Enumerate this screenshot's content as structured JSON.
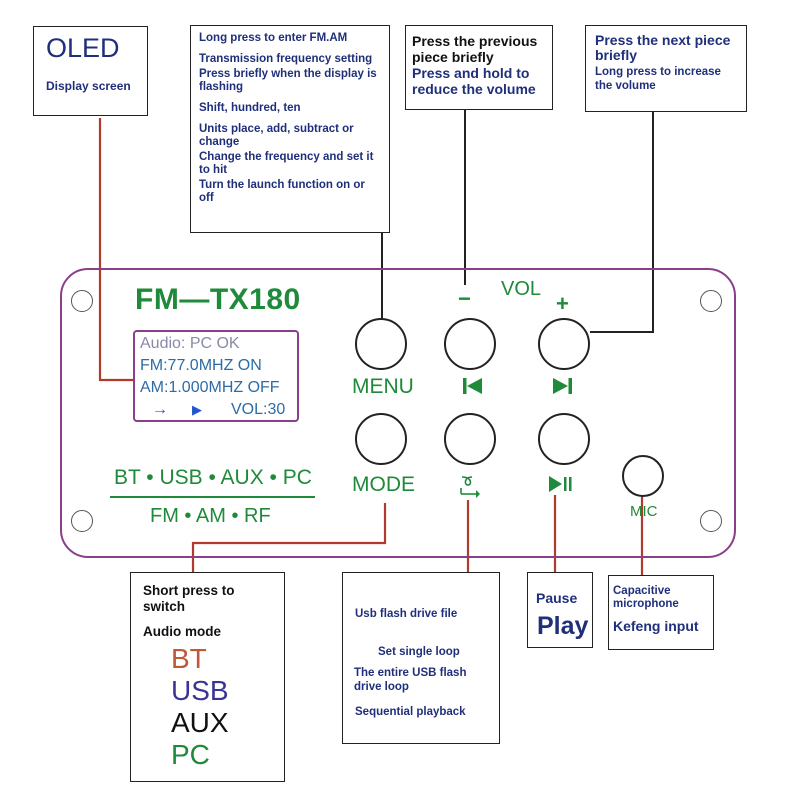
{
  "callouts": {
    "oled": {
      "title": "OLED",
      "subtitle": "Display screen"
    },
    "menu": {
      "lines": [
        "Long press to enter FM.AM",
        "Transmission frequency setting",
        "Press briefly when the display is flashing",
        "Shift, hundred, ten",
        "Units place, add, subtract or change",
        "Change the frequency and set it to hit",
        "Turn the launch function on or off"
      ]
    },
    "prev": {
      "title": "Press the previous piece briefly",
      "subtitle": "Press and hold to reduce the volume"
    },
    "next": {
      "title": "Press the next piece briefly",
      "subtitle": "Long press to increase the volume"
    },
    "mode": {
      "title": "Short press to switch",
      "subtitle": "Audio mode",
      "modes": [
        {
          "label": "BT",
          "color": "#c0563a"
        },
        {
          "label": "USB",
          "color": "#3a3595"
        },
        {
          "label": "AUX",
          "color": "#111111"
        },
        {
          "label": "PC",
          "color": "#1f8a3a"
        }
      ]
    },
    "usb": {
      "lines": [
        "Usb flash drive file",
        "Set single loop",
        "The entire USB flash drive loop",
        "Sequential playback"
      ]
    },
    "pause": {
      "title": "Pause",
      "play": "Play"
    },
    "mic": {
      "title": "Capacitive microphone",
      "subtitle": "Kefeng input"
    }
  },
  "device": {
    "model": "FM—TX180",
    "vol_label": "VOL",
    "vol_minus": "−",
    "vol_plus": "+",
    "lcd": {
      "line1": "Audio:  PC  OK",
      "line2": "FM:77.0MHZ  ON",
      "line3": "AM:1.000MHZ  OFF",
      "arrow": "→",
      "play": "▶",
      "vol": "VOL:30"
    },
    "sources_line1": "BT • USB • AUX • PC",
    "sources_line2": "FM • AM  •  RF",
    "buttons": {
      "menu": "MENU",
      "mode": "MODE",
      "prev_icon": "skip-previous-icon",
      "next_icon": "skip-next-icon",
      "loop_icon": "loop-icon",
      "playpause_icon": "play-pause-icon",
      "mic": "MIC"
    }
  },
  "colors": {
    "connector": "#b03a2e",
    "panel_border": "#8a3f8a",
    "green_text": "#1f8a3a",
    "lcd_text": "#2d6ca8",
    "navy_text": "#1f2f7a"
  }
}
